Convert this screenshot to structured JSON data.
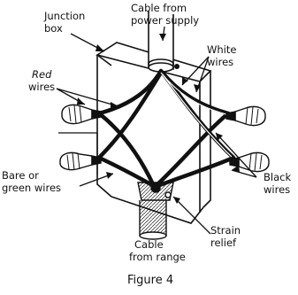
{
  "labels": {
    "junction_box": [
      "Junction",
      "box"
    ],
    "power_cable": [
      "Cable from",
      "power supply"
    ],
    "white_wires": [
      "White",
      "wires"
    ],
    "red_wires": [
      "Red",
      "wires"
    ],
    "bare_green_wires": [
      "Bare or",
      "green wires"
    ],
    "black_wires": [
      "Black",
      "wires"
    ],
    "strain_relief": [
      "Strain",
      "relief"
    ],
    "range_cable": [
      "Cable",
      "from range"
    ]
  },
  "caption": "Figure 4"
}
